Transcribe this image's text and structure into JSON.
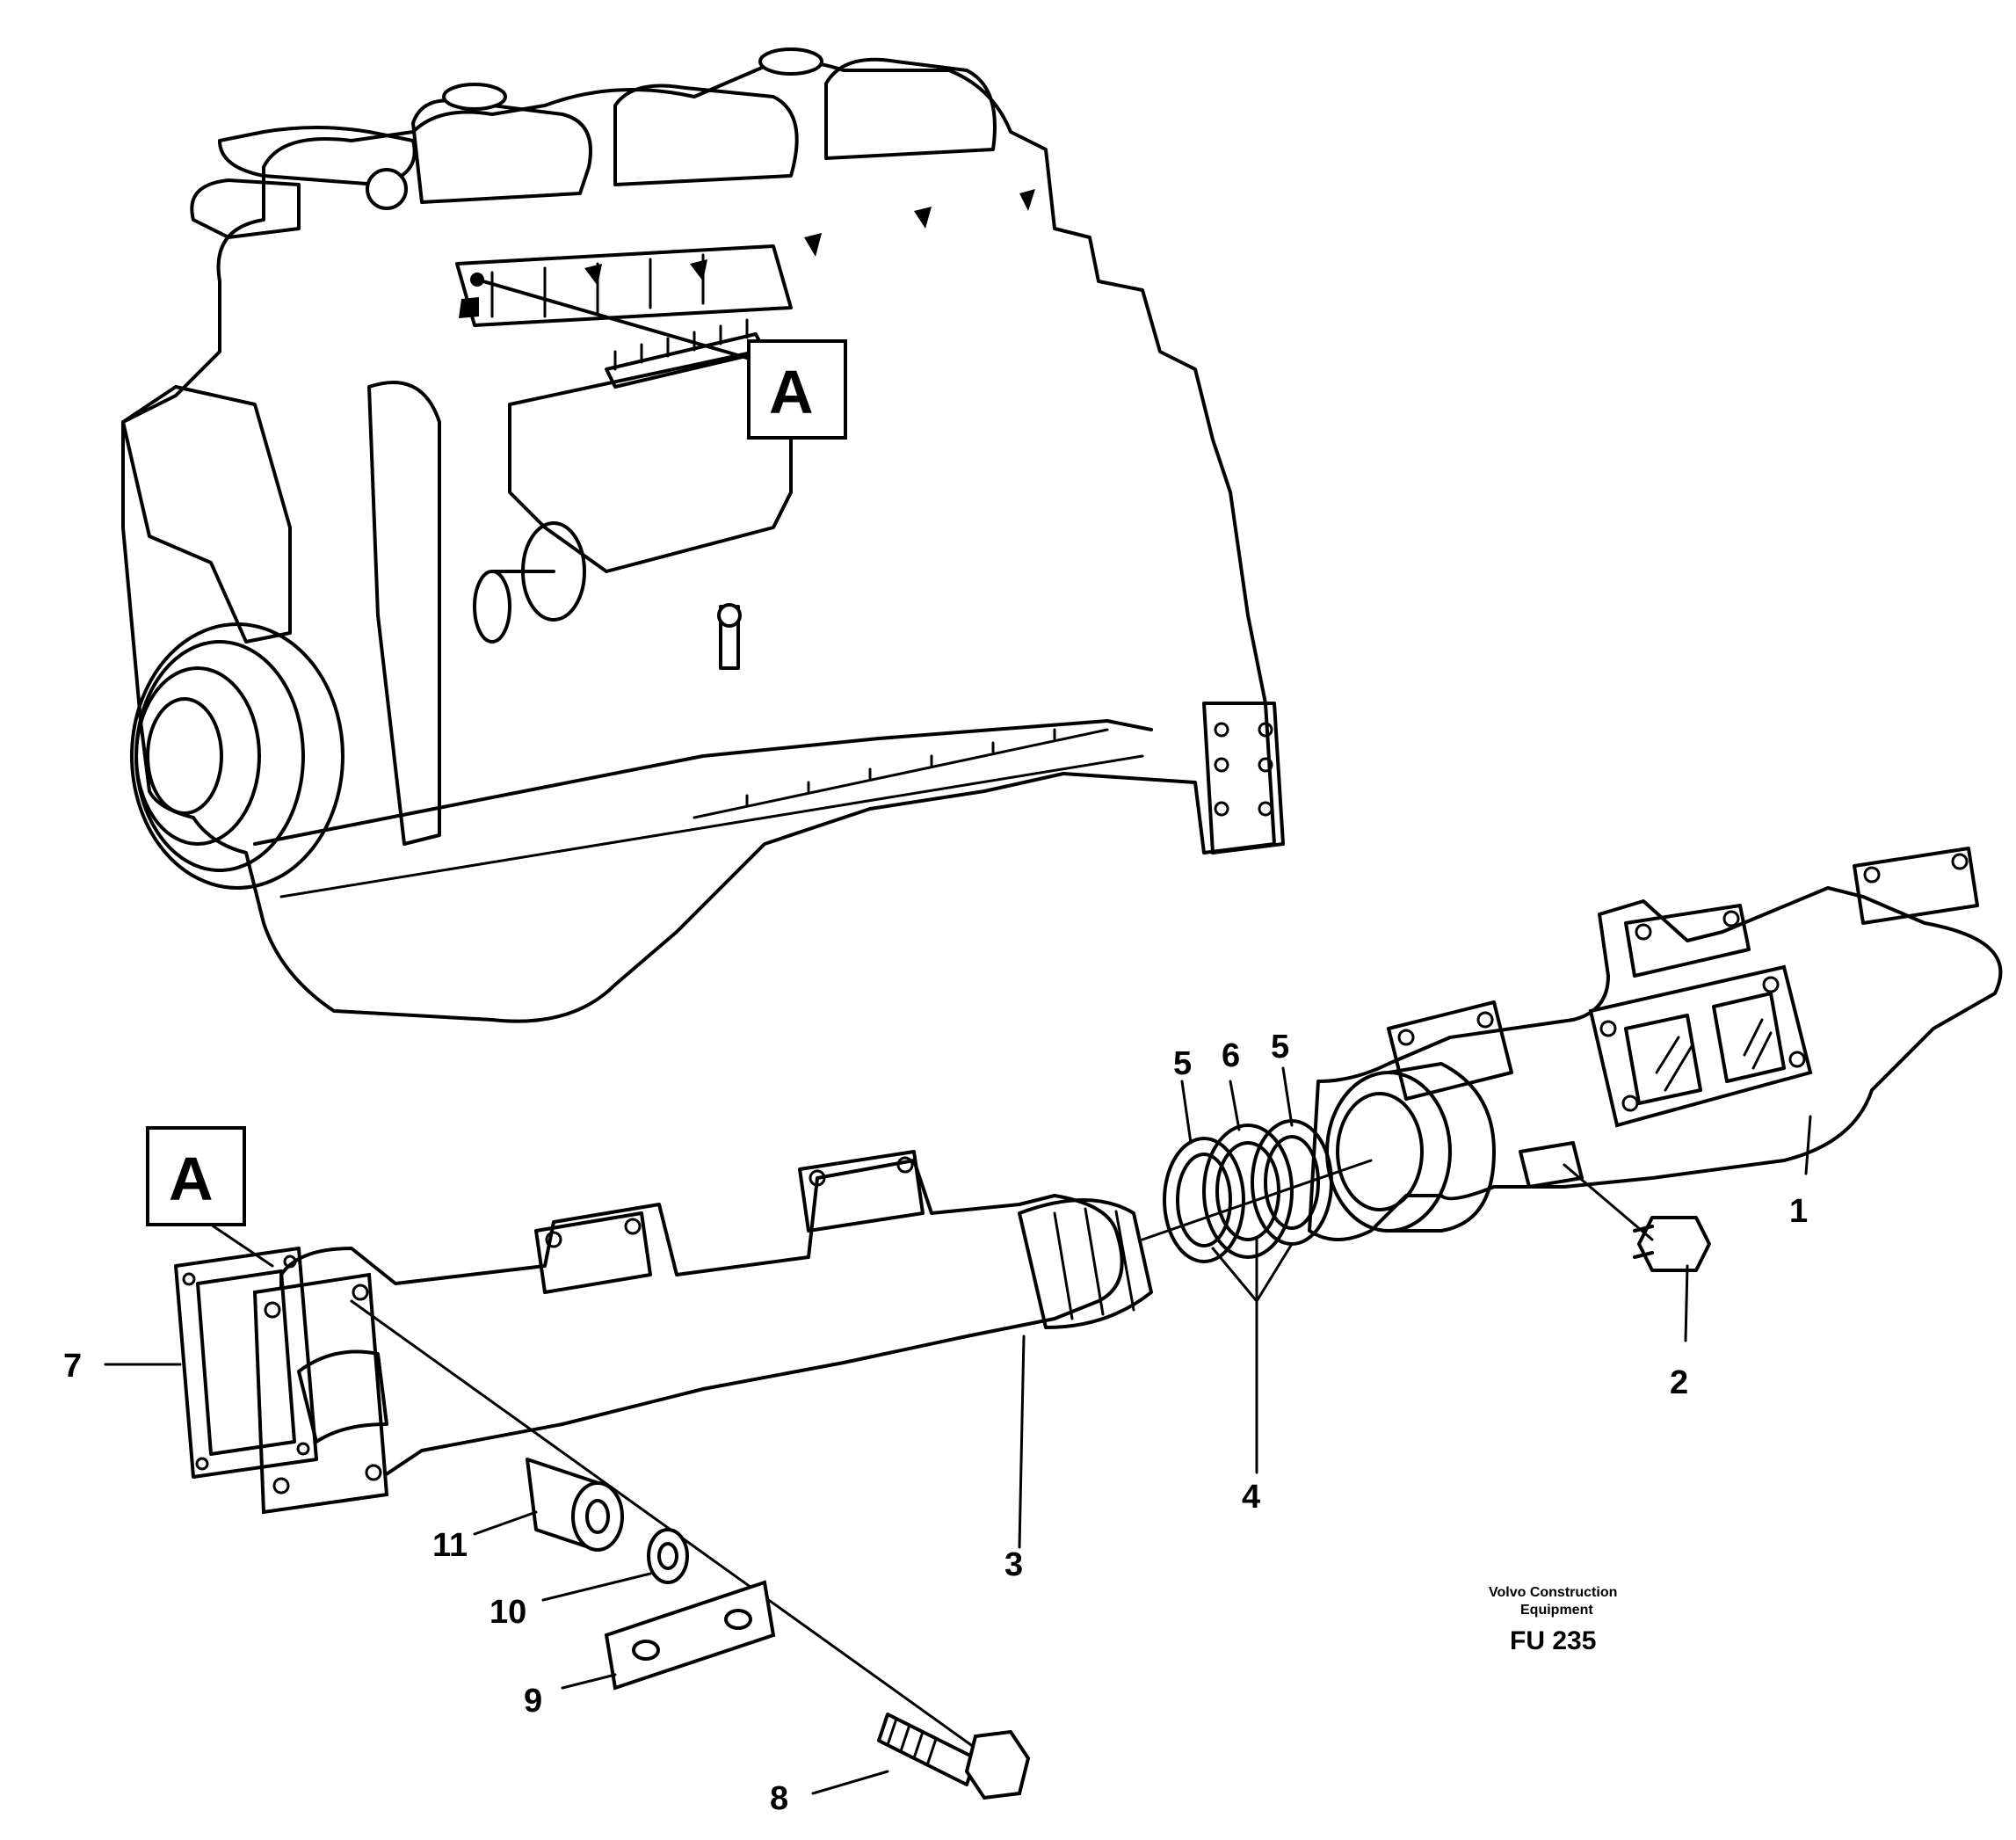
{
  "detail_label": "A",
  "callouts": {
    "c1": "1",
    "c2": "2",
    "c3": "3",
    "c4": "4",
    "c5a": "5",
    "c5b": "5",
    "c6": "6",
    "c7": "7",
    "c8": "8",
    "c9": "9",
    "c10": "10",
    "c11": "11"
  },
  "footer": {
    "line1": "Volvo Construction",
    "line2": "Equipment",
    "code": "FU 235"
  }
}
